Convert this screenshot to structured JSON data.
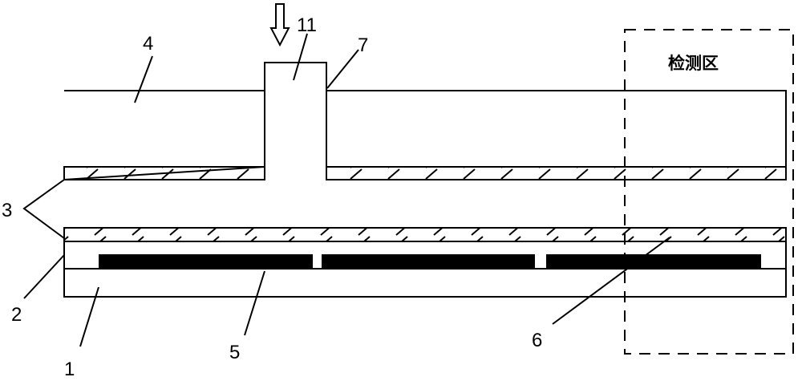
{
  "labels": {
    "l1": "1",
    "l2": "2",
    "l3": "3",
    "l4": "4",
    "l5": "5",
    "l6": "6",
    "l7": "7",
    "l11": "11",
    "zone": "检测区"
  },
  "colors": {
    "stroke": "#000000",
    "electrode": "#000000",
    "background": "#ffffff"
  }
}
